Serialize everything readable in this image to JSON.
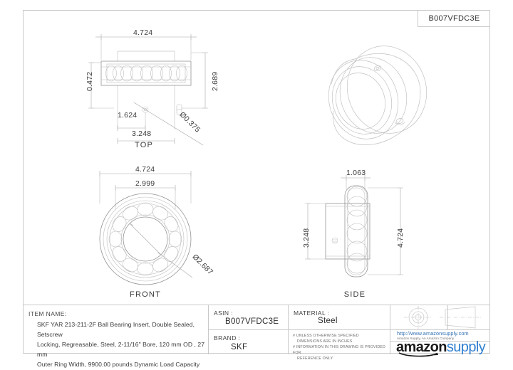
{
  "sheet": {
    "part_id": "B007VFDC3E"
  },
  "views": {
    "top": {
      "label": "TOP",
      "dims": {
        "overall_width": "4.724",
        "height": "2.689",
        "thickness": "0.472",
        "inner_offset": "1.624",
        "inner_width": "3.248",
        "hole_dia": "Ø0.375"
      }
    },
    "front": {
      "label": "FRONT",
      "dims": {
        "outer_dia": "4.724",
        "race_dia": "2.999",
        "bore_dia": "Ø2.687"
      }
    },
    "side": {
      "label": "SIDE",
      "dims": {
        "width": "1.063",
        "inner_height": "3.248",
        "outer_height": "4.724"
      }
    },
    "iso": {
      "label": ""
    }
  },
  "title_block": {
    "item_name_label": "ITEM NAME:",
    "item_name_lines": [
      "SKF YAR 213-211-2F Ball Bearing Insert, Double Sealed, Setscrew",
      "Locking, Regreasable, Steel, 2-11/16\" Bore, 120 mm OD , 27 mm",
      "Outer Ring Width, 9900.00 pounds Dynamic Load Capacity"
    ],
    "asin_label": "ASIN :",
    "asin_value": "B007VFDC3E",
    "brand_label": "BRAND :",
    "brand_value": "SKF",
    "material_label": "MATERIAL :",
    "material_value": "Steel",
    "notes": [
      "# UNLESS OTHERWISE SPECIFIED",
      "DIMENSIONS ARE IN INCHES",
      "# INFORMATION IN THIS DRAWING IS PROVIDED FOR",
      "REFERENCE ONLY"
    ],
    "url": "http://www.amazonsupply.com",
    "url_sub": "Amazon Supply, An Amazon Company",
    "logo_primary": "amazon",
    "logo_secondary": "supply",
    "projection_symbol": "first-angle-projection"
  },
  "colors": {
    "line": "#9a9a9a",
    "border": "#c9c9c9",
    "text": "#2b2b2b",
    "link": "#2f6fb5",
    "logo_blue": "#2f7fd0"
  }
}
